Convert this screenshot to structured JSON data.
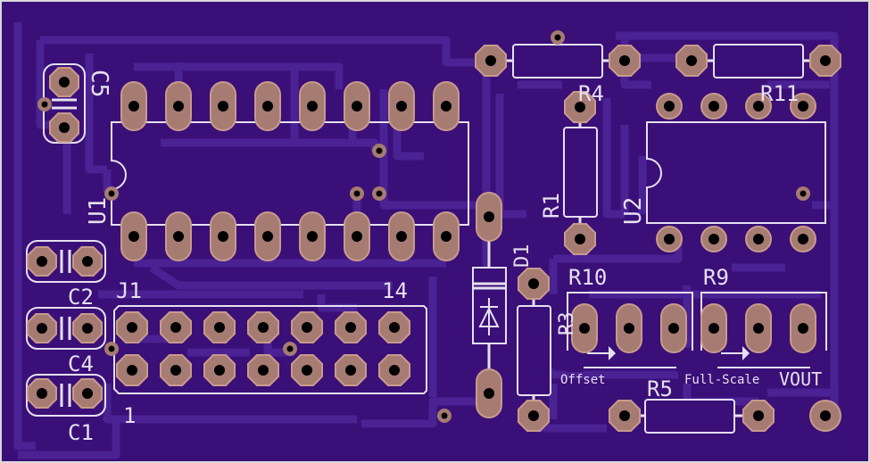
{
  "colors": {
    "board": "#3a0f78",
    "trace": "#4b2293",
    "pad": "#a57b72",
    "pad_edge": "#c89a8c",
    "hole": "#000000",
    "silk": "#e6e0f0",
    "outline": "#d9d9d9"
  },
  "labels": {
    "c5": "C5",
    "u1": "U1",
    "r4": "R4",
    "r11": "R11",
    "r1": "R1",
    "u2": "U2",
    "c2": "C2",
    "c4": "C4",
    "c1": "C1",
    "j1": "J1",
    "pin14": "14",
    "pin1": "1",
    "d1": "D1",
    "r3": "R3",
    "r10": "R10",
    "r9": "R9",
    "offset": "Offset",
    "full_scale": "Full-Scale",
    "vout": "VOUT",
    "r5": "R5"
  }
}
